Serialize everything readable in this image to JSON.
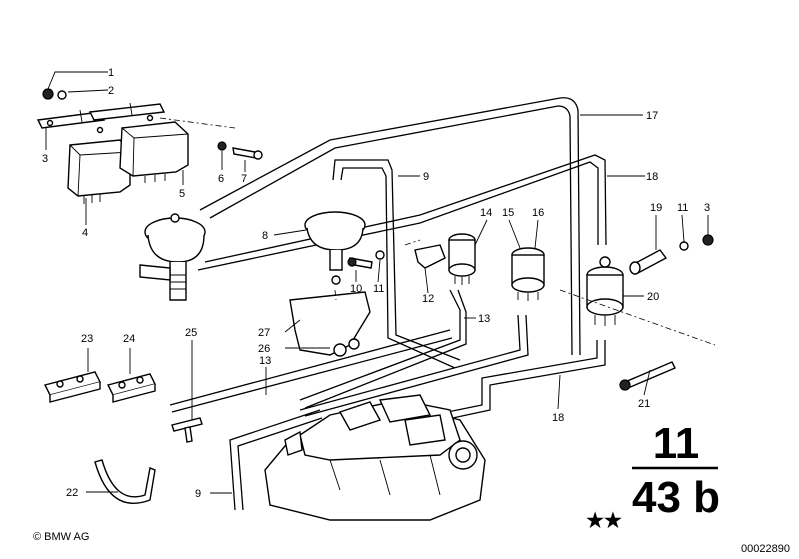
{
  "callouts": [
    "1",
    "2",
    "3",
    "4",
    "5",
    "6",
    "7",
    "8",
    "9",
    "10",
    "11",
    "12",
    "13",
    "14",
    "15",
    "16",
    "17",
    "18",
    "19",
    "11",
    "3",
    "20",
    "21",
    "22",
    "23",
    "24",
    "25",
    "26",
    "27",
    "13",
    "9",
    "18"
  ],
  "group": {
    "top": "11",
    "bottom": "43 b",
    "stars": "★★"
  },
  "copyright": "© BMW AG",
  "doc_id": "00022890"
}
